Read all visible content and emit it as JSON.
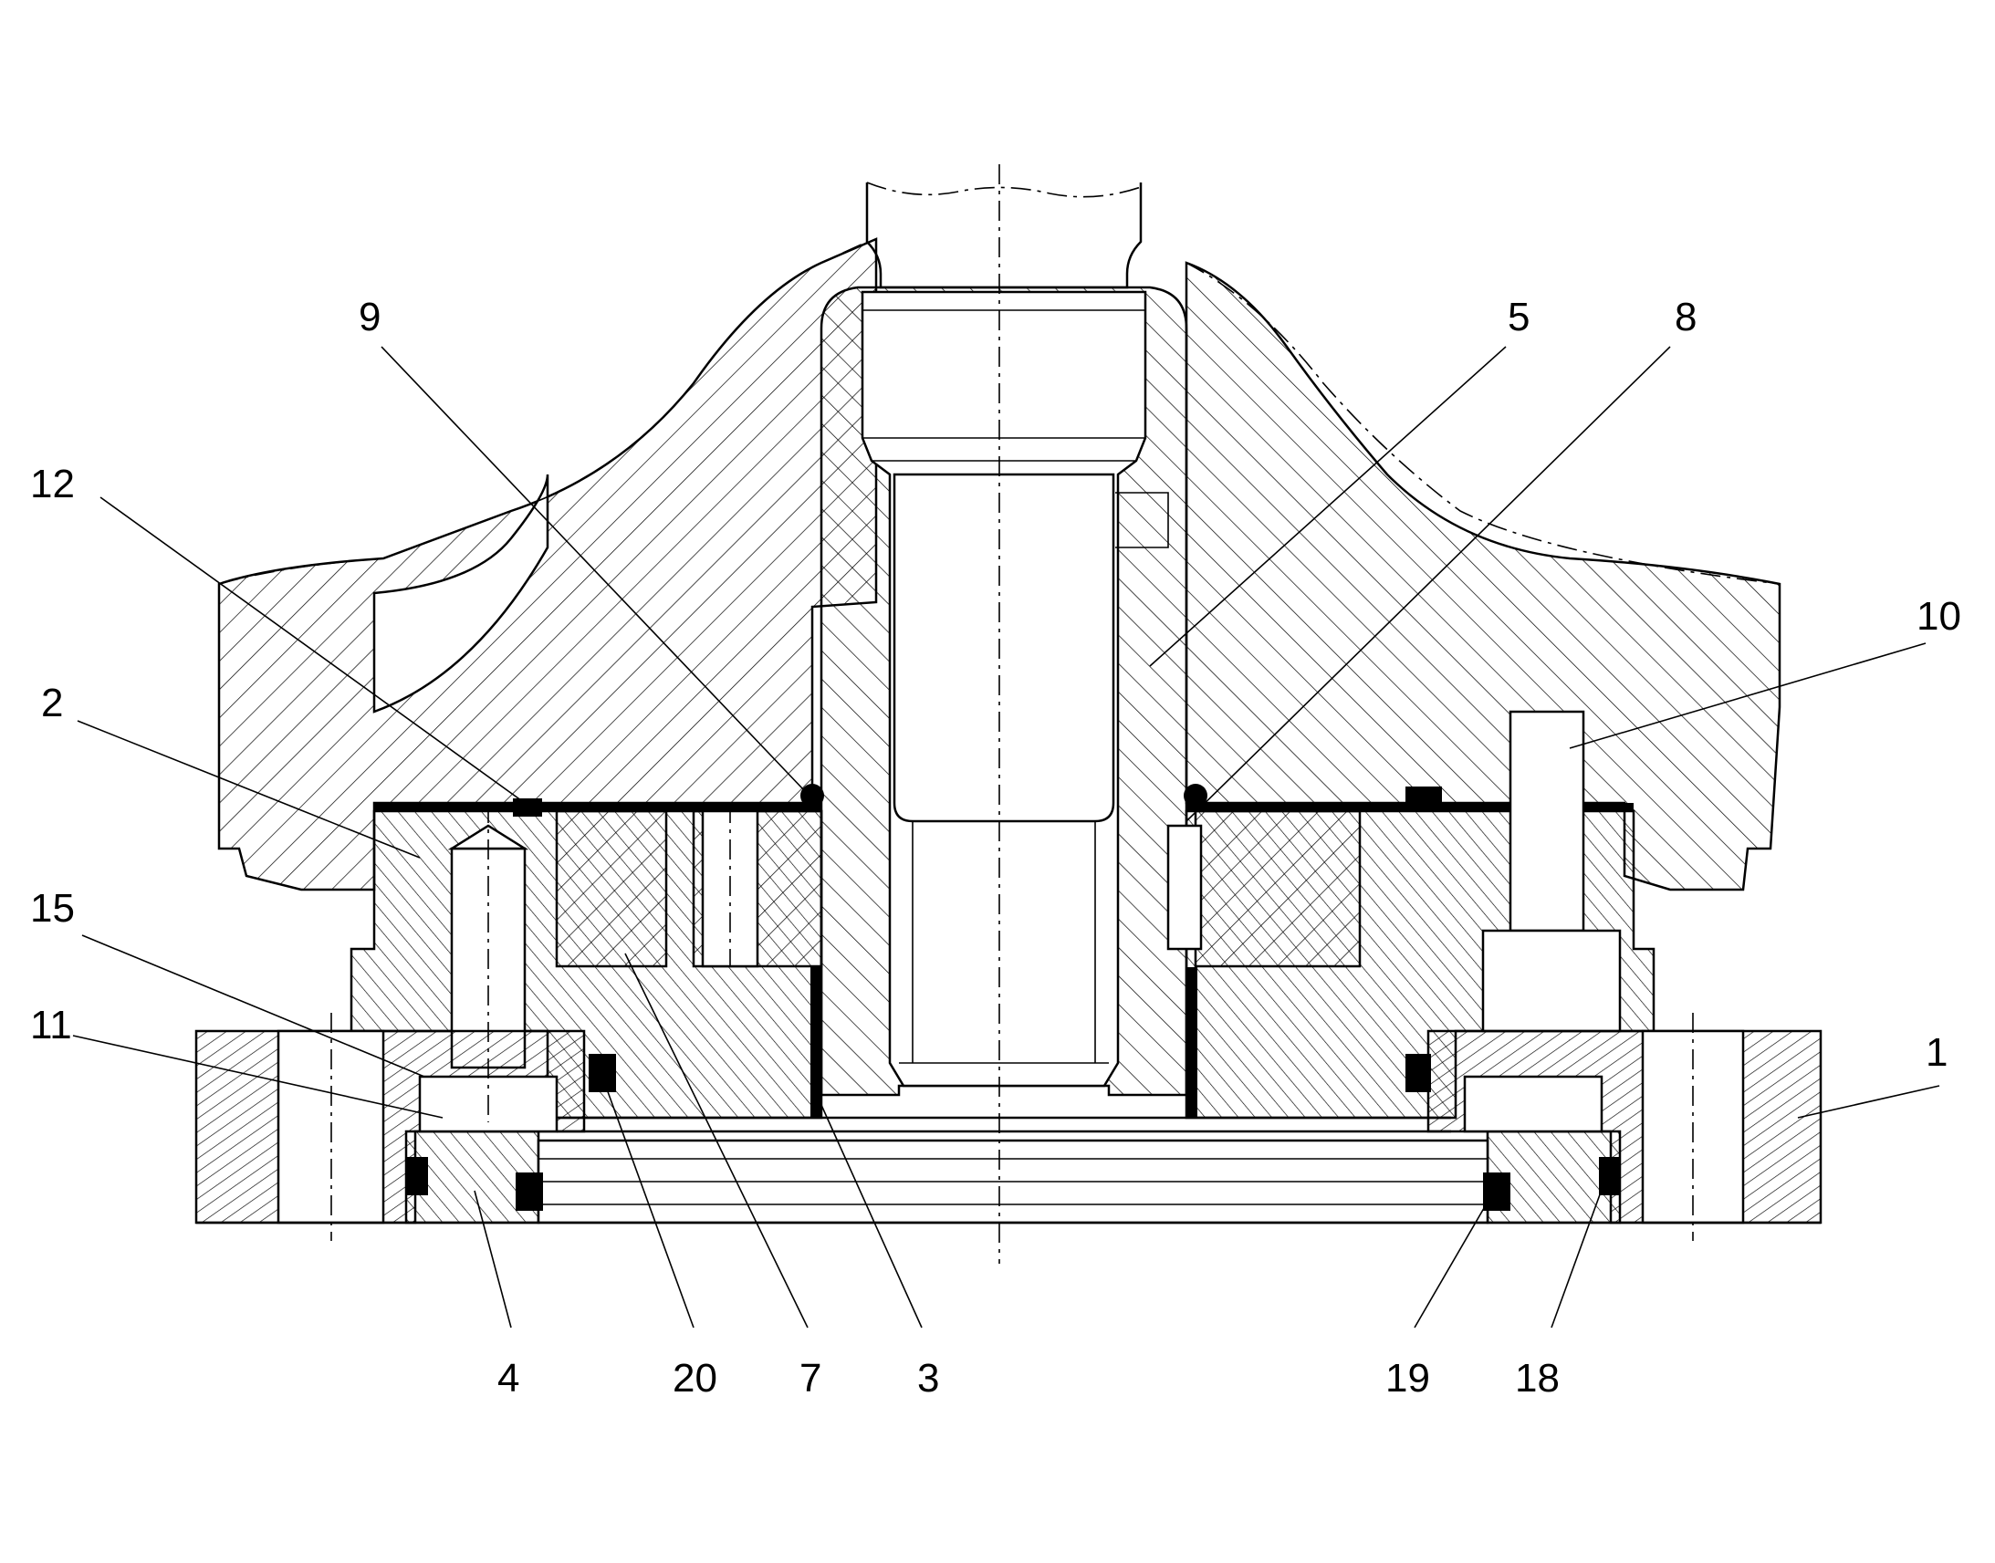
{
  "diagram": {
    "labels": [
      "9",
      "5",
      "8",
      "12",
      "10",
      "2",
      "15",
      "11",
      "1",
      "4",
      "20",
      "7",
      "3",
      "19",
      "18"
    ]
  }
}
